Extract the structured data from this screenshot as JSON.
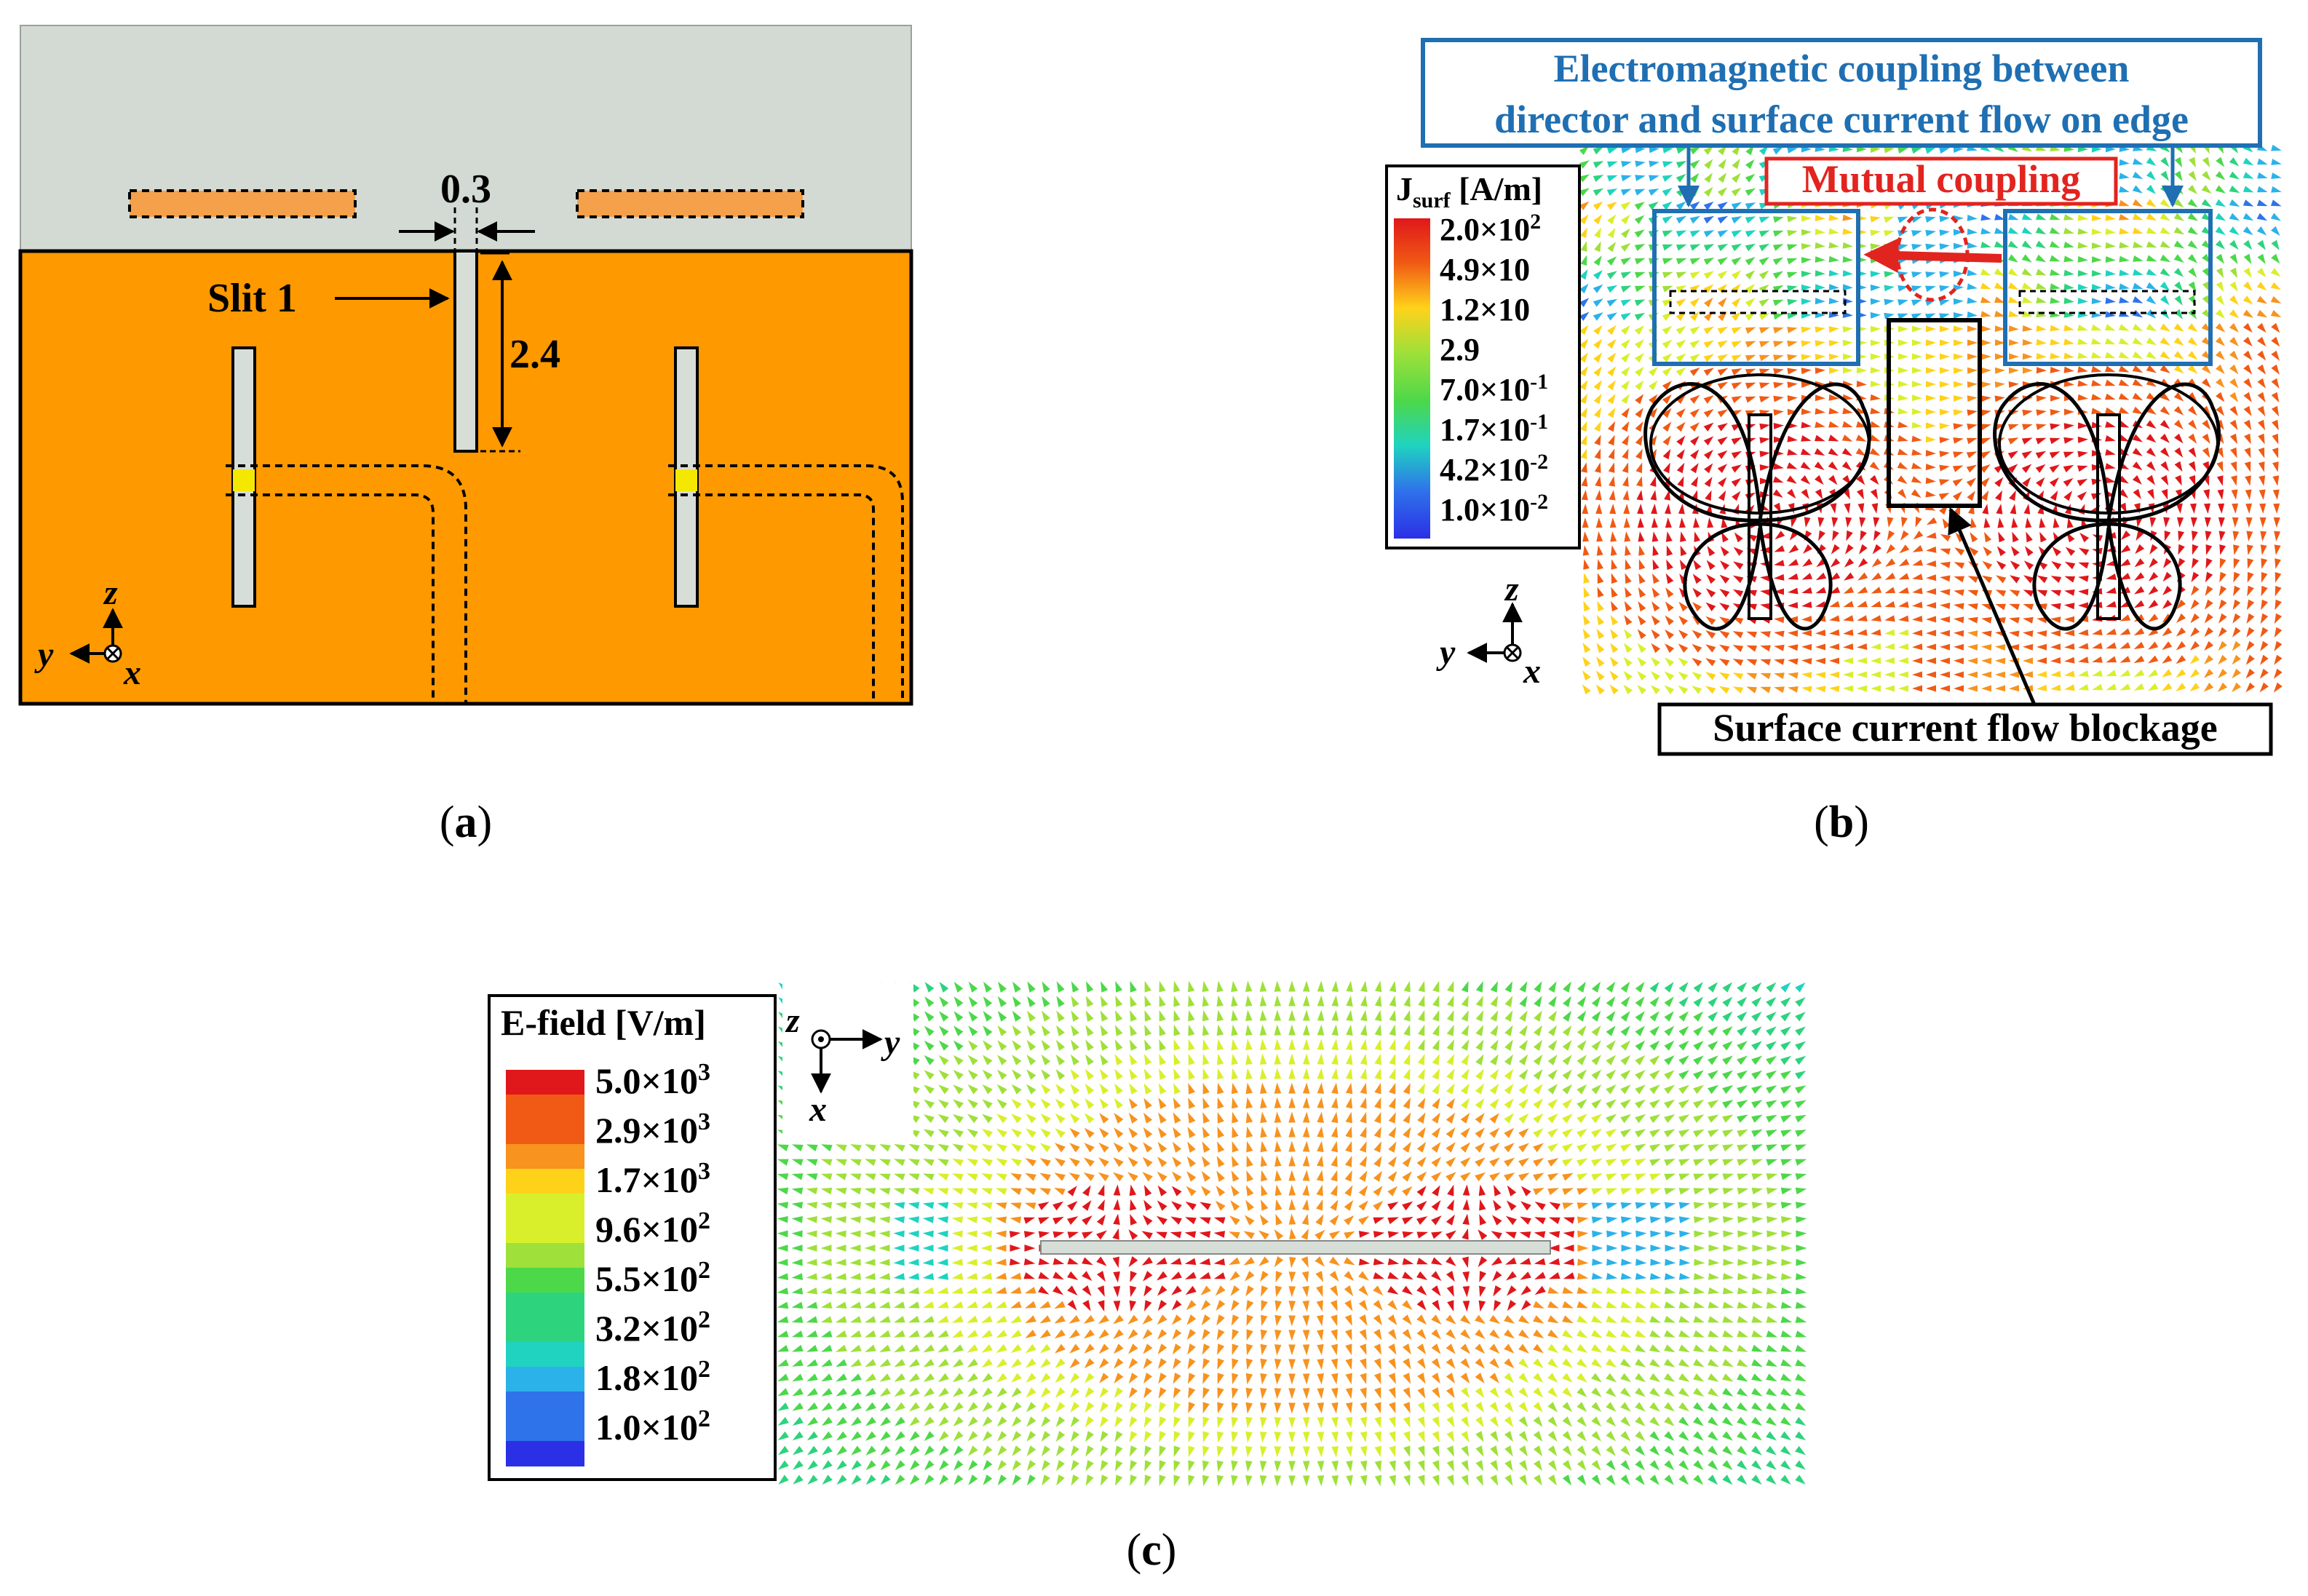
{
  "panel_a": {
    "caption_letter": "a",
    "dim_width": "0.3",
    "dim_length": "2.4",
    "slit_label": "Slit 1",
    "axis_z": "z",
    "axis_y": "y",
    "axis_x": "x",
    "colors": {
      "substrate": "#d3d9d3",
      "ground": "#ff9900",
      "director": "#f5a04a",
      "slot": "#d7ddd7",
      "feed_gap": "#f5e800"
    }
  },
  "panel_b": {
    "caption_letter": "b",
    "legend_title_main": "J",
    "legend_title_sub": "surf",
    "legend_title_unit": " [A/m]",
    "legend_items": [
      {
        "mant": "2.0×10",
        "exp": "2"
      },
      {
        "mant": "4.9×10",
        "exp": ""
      },
      {
        "mant": "1.2×10",
        "exp": ""
      },
      {
        "mant": "2.9",
        "exp": ""
      },
      {
        "mant": "7.0×10",
        "exp": "-1"
      },
      {
        "mant": "1.7×10",
        "exp": "-1"
      },
      {
        "mant": "4.2×10",
        "exp": "-2"
      },
      {
        "mant": "1.0×10",
        "exp": "-2"
      }
    ],
    "annot_em_line1": "Electromagnetic coupling between",
    "annot_em_line2": "director and surface current flow on edge",
    "annot_mutual": "Mutual coupling",
    "annot_blockage": "Surface current flow blockage",
    "axis_z": "z",
    "axis_y": "y",
    "axis_x": "x",
    "colors": {
      "annot_blue": "#1f6fb2",
      "annot_red": "#e2241f"
    }
  },
  "panel_c": {
    "caption_letter": "c",
    "legend_title": "E-field [V/m]",
    "legend_items": [
      {
        "mant": "5.0×10",
        "exp": "3"
      },
      {
        "mant": "2.9×10",
        "exp": "3"
      },
      {
        "mant": "1.7×10",
        "exp": "3"
      },
      {
        "mant": "9.6×10",
        "exp": "2"
      },
      {
        "mant": "5.5×10",
        "exp": "2"
      },
      {
        "mant": "3.2×10",
        "exp": "2"
      },
      {
        "mant": "1.8×10",
        "exp": "2"
      },
      {
        "mant": "1.0×10",
        "exp": "2"
      }
    ],
    "axis_z": "z",
    "axis_y": "y",
    "axis_x": "x"
  },
  "colormap": [
    "#e0171b",
    "#f05a14",
    "#f7931e",
    "#ffd21a",
    "#d9ef2c",
    "#9fe03a",
    "#4dd84a",
    "#2ed37e",
    "#1fd3c0",
    "#2bb2e8",
    "#2f73ea",
    "#2b2fe6"
  ]
}
